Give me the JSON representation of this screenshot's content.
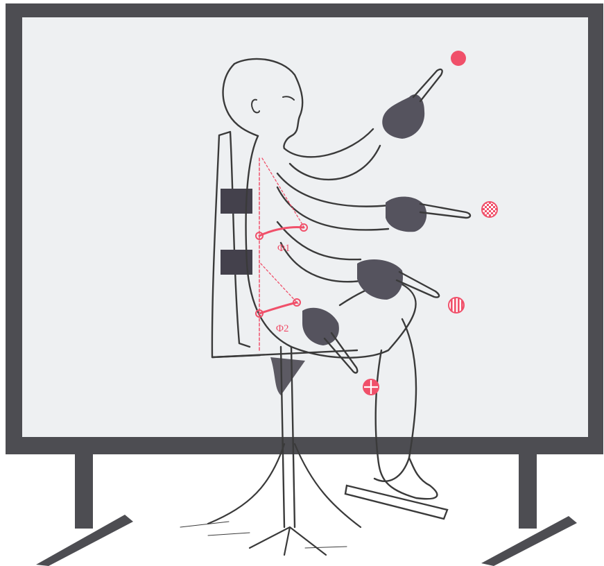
{
  "figure": {
    "angle_labels": {
      "phi1": "Φ1",
      "phi2": "Φ2"
    },
    "target_markers": [
      {
        "name": "solid",
        "pattern": "solid"
      },
      {
        "name": "checker",
        "pattern": "checker"
      },
      {
        "name": "vertical-stripes",
        "pattern": "vertical-stripes"
      },
      {
        "name": "crosshair",
        "pattern": "crosshair"
      }
    ],
    "colors": {
      "frame": "#4d4d52",
      "screen": "#eef0f2",
      "accent": "#f0506a",
      "ink": "#3a3a3a",
      "glove": "#55535e"
    }
  }
}
